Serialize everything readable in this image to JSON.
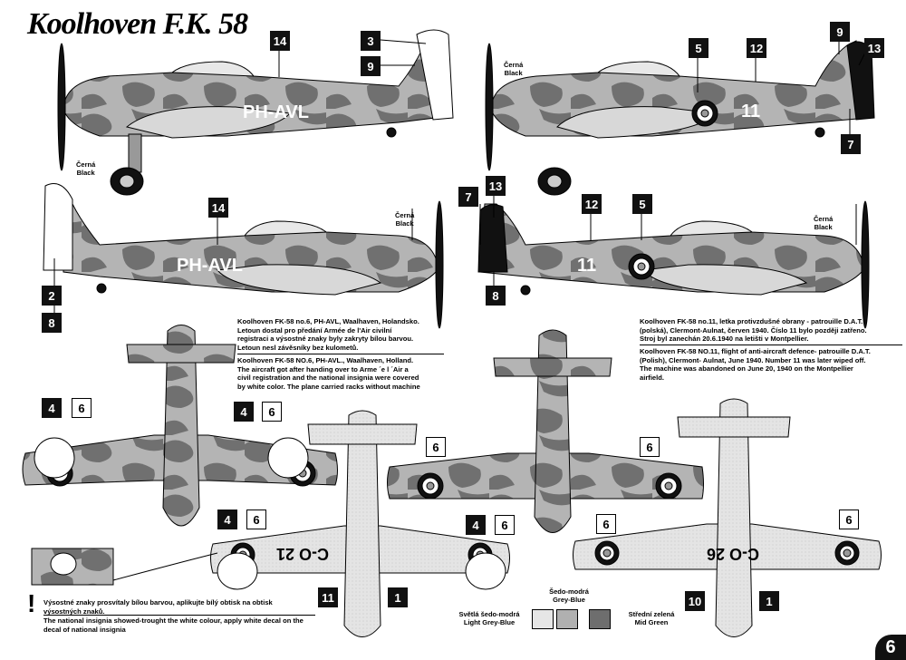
{
  "title": "Koolhoven F.K. 58",
  "page_number": "6",
  "callout_numbers": {
    "n14a": "14",
    "n3": "3",
    "n9a": "9",
    "n5a": "5",
    "n12a": "12",
    "n9b": "9",
    "n13a": "13",
    "n7a": "7",
    "n14b": "14",
    "n2": "2",
    "n8a": "8",
    "n7b": "7",
    "n13b": "13",
    "n8b": "8",
    "n12b": "12",
    "n5b": "5",
    "n4a": "4",
    "n6a": "6",
    "n4b": "4",
    "n6b": "6",
    "n6c": "6",
    "n6d": "6",
    "n4c": "4",
    "n6e": "6",
    "n4d": "4",
    "n6f": "6",
    "n6g": "6",
    "n6h": "6",
    "n11": "11",
    "n1a": "1",
    "n10": "10",
    "n1b": "1"
  },
  "labels": {
    "black_cz": "Černá",
    "black_en": "Black"
  },
  "markings": {
    "reg": "PH-AVL",
    "num11": "11",
    "wing_left": "C-O 21",
    "wing_right": "C-O 26"
  },
  "notes": {
    "ph_avl_cz": [
      "Koolhoven FK-58 no.6, PH-AVL, Waalhaven, Holandsko.",
      "Letoun dostal pro předání Armée de l'Air civilní",
      "registraci a výsostné znaky byly zakryty bílou barvou.",
      "Letoun nesl závěsníky bez kulometů."
    ],
    "ph_avl_en": [
      "Koolhoven FK-58 NO.6, PH-AVL., Waalhaven, Holland.",
      "The aircraft got after handing over to Arme ´e l ´Air a",
      "civil registration and the national insignia were covered",
      "by white color. The plane carried racks without machine"
    ],
    "n11_cz": [
      "Koolhoven FK-58 no.11, letka protivzdušné obrany - patrouille D.A.T.",
      "(polská), Clermont-Aulnat, červen 1940. Číslo 11 bylo později zatřeno.",
      "Stroj byl zanechán 20.6.1940 na letišti v Montpellier."
    ],
    "n11_en": [
      "Koolhoven FK-58 NO.11, flight of anti-aircraft defence- patrouille D.A.T.",
      "(Polish), Clermont- Aulnat, June 1940. Number 11 was later wiped off.",
      "The machine was abandoned on June 20, 1940 on the Montpellier",
      "airfield."
    ],
    "insignia_cz": [
      "Výsostné znaky prosvítaly bílou barvou, aplikujte bílý obtisk na obtisk",
      "výsostných znaků."
    ],
    "insignia_en": [
      "The national insignia showed-trought the white colour, apply white decal on the",
      "decal of national insignia"
    ]
  },
  "legend": [
    {
      "cz": "Světlá šedo-modrá",
      "en": "Light Grey-Blue",
      "color": "#e6e6e6"
    },
    {
      "cz": "Šedo-modrá",
      "en": "Grey-Blue",
      "color": "#b0b0b0"
    },
    {
      "cz": "Střední zelená",
      "en": "Mid Green",
      "color": "#6e6e6e"
    }
  ]
}
